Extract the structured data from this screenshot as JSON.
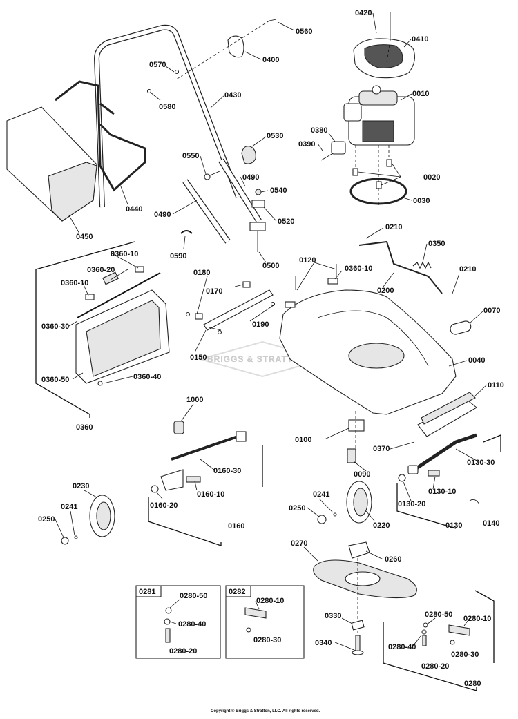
{
  "labels": {
    "p0420": "0420",
    "p0410": "0410",
    "p0010": "0010",
    "p0380": "0380",
    "p0390": "0390",
    "p0020": "0020",
    "p0030": "0030",
    "p0560": "0560",
    "p0400": "0400",
    "p0570": "0570",
    "p0580": "0580",
    "p0430": "0430",
    "p0530": "0530",
    "p0550": "0550",
    "p0490a": "0490",
    "p0490b": "0490",
    "p0540": "0540",
    "p0520": "0520",
    "p0500": "0500",
    "p0590": "0590",
    "p0440": "0440",
    "p0450": "0450",
    "p0360_10a": "0360-10",
    "p0360_20": "0360-20",
    "p0360_10b": "0360-10",
    "p0360_30": "0360-30",
    "p0360_50": "0360-50",
    "p0360_40": "0360-40",
    "p0360": "0360",
    "p0180": "0180",
    "p0170": "0170",
    "p0190": "0190",
    "p0150": "0150",
    "p0120": "0120",
    "p0360_10c": "0360-10",
    "p0210a": "0210",
    "p0350": "0350",
    "p0200": "0200",
    "p0210b": "0210",
    "p0070": "0070",
    "p0040": "0040",
    "p0110": "0110",
    "p0100": "0100",
    "p0370": "0370",
    "p0130_30": "0130-30",
    "p0090": "0090",
    "p0130_10": "0130-10",
    "p0130_20": "0130-20",
    "p0130": "0130",
    "p0140": "0140",
    "p1000": "1000",
    "p0160_30": "0160-30",
    "p0160_20": "0160-20",
    "p0160_10": "0160-10",
    "p0160": "0160",
    "p0230": "0230",
    "p0241a": "0241",
    "p0250a": "0250",
    "p0241b": "0241",
    "p0250b": "0250",
    "p0220": "0220",
    "p0270": "0270",
    "p0260": "0260",
    "p0281": "0281",
    "p0282": "0282",
    "p0281_50": "0280-50",
    "p0281_40": "0280-40",
    "p0281_20": "0280-20",
    "p0282_10": "0280-10",
    "p0282_30": "0280-30",
    "p0330": "0330",
    "p0340": "0340",
    "p0280_50": "0280-50",
    "p0280_10": "0280-10",
    "p0280_40": "0280-40",
    "p0280_30": "0280-30",
    "p0280_20": "0280-20",
    "p0280": "0280"
  },
  "watermark": "BRIGGS & STRATTON",
  "copyright": "Copyright © Briggs & Stratton, LLC. All rights reserved."
}
